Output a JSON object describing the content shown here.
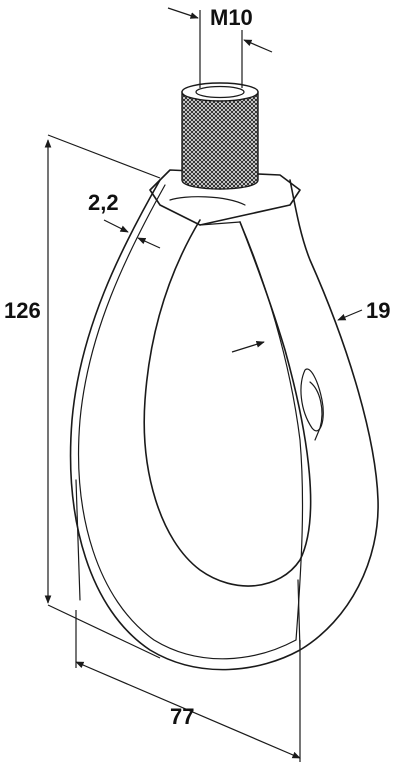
{
  "dimensions": {
    "thread": "M10",
    "height": "126",
    "thickness": "2,2",
    "width_band": "19",
    "diameter": "77"
  },
  "colors": {
    "ink": "#1a1a1a",
    "background": "#ffffff",
    "knurl_dark": "#2a2a2a"
  }
}
